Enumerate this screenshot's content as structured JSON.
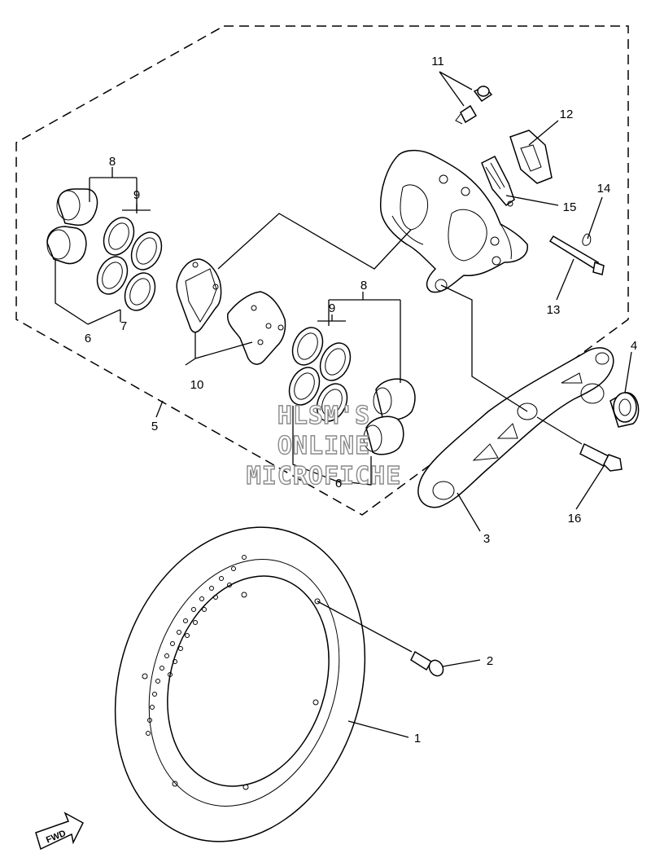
{
  "callouts": {
    "c1": "1",
    "c2": "2",
    "c3": "3",
    "c4": "4",
    "c5": "5",
    "c6a": "6",
    "c6b": "6",
    "c7": "7",
    "c8a": "8",
    "c8b": "8",
    "c9a": "9",
    "c9b": "9",
    "c10": "10",
    "c11": "11",
    "c12": "12",
    "c13": "13",
    "c14": "14",
    "c15": "15",
    "c16": "16"
  },
  "watermark": {
    "line1": "HLSM'S",
    "line2": "ONLINE",
    "line3": "MICROFICHE"
  },
  "fwd_label": "FWD"
}
